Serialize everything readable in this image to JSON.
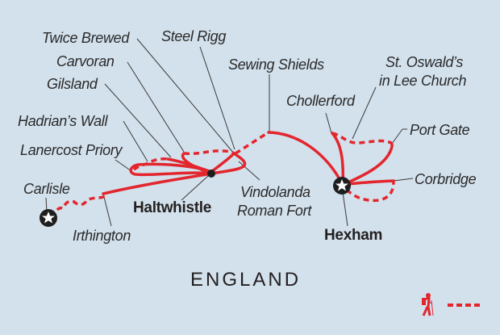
{
  "colors": {
    "background": "#d3e1ec",
    "route": "#e3262e",
    "text": "#2a2a2a"
  },
  "region_label": "ENGLAND",
  "places": {
    "twice_brewed": "Twice Brewed",
    "steel_rigg": "Steel Rigg",
    "carvoran": "Carvoran",
    "gilsland": "Gilsland",
    "hadrians_wall": "Hadrian’s Wall",
    "lanercost_priory": "Lanercost Priory",
    "carlisle": "Carlisle",
    "irthington": "Irthington",
    "haltwhistle": "Haltwhistle",
    "sewing_shields": "Sewing Shields",
    "vindolanda_1": "Vindolanda",
    "vindolanda_2": "Roman Fort",
    "chollerford": "Chollerford",
    "st_oswalds_1": "St. Oswald’s",
    "st_oswalds_2": "in Lee Church",
    "port_gate": "Port Gate",
    "corbridge": "Corbridge",
    "hexham": "Hexham"
  },
  "legend": {
    "icon": "hiker-icon",
    "line": "dashed-red"
  }
}
